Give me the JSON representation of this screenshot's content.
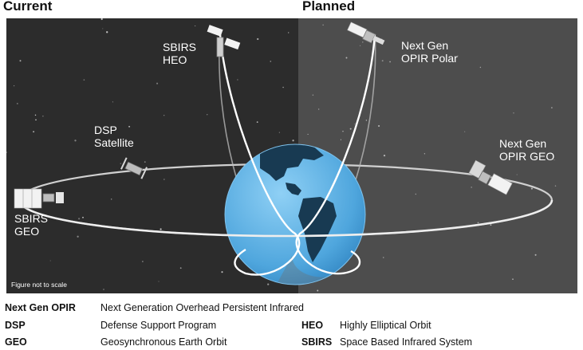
{
  "headers": {
    "current": "Current",
    "planned": "Planned"
  },
  "satellites": {
    "sbirs_heo": [
      "SBIRS",
      "HEO"
    ],
    "dsp": [
      "DSP",
      "Satellite"
    ],
    "sbirs_geo": [
      "SBIRS",
      "GEO"
    ],
    "next_gen_polar": [
      "Next Gen",
      "OPIR Polar"
    ],
    "next_gen_geo": [
      "Next Gen",
      "OPIR GEO"
    ]
  },
  "note": "Figure not to scale",
  "glossary": [
    {
      "term": "Next Gen OPIR",
      "definition": "Next Generation Overhead Persistent Infrared"
    },
    {
      "term": "DSP",
      "definition": "Defense Support Program"
    },
    {
      "term": "GEO",
      "definition": "Geosynchronous Earth Orbit"
    },
    {
      "term": "HEO",
      "definition": "Highly Elliptical Orbit"
    },
    {
      "term": "SBIRS",
      "definition": "Space Based Infrared System"
    }
  ],
  "colors": {
    "current_bg": "#2c2c2c",
    "planned_bg": "#4d4d4d",
    "orbit": "#dcdcdc",
    "ocean": "#5aaee2",
    "land": "#183a52"
  }
}
